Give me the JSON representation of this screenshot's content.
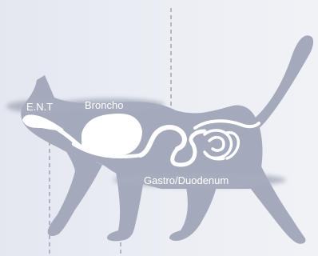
{
  "labels": {
    "ent": "E.N.T",
    "broncho": "Broncho",
    "gastro": "Gastro/Duodenum"
  },
  "colors": {
    "background": "#e8eaf1",
    "silhouette": "#a4aabb",
    "organs": "#ffffff",
    "label_band": "#a7adbe",
    "guide_line": "#7c7f8a"
  }
}
